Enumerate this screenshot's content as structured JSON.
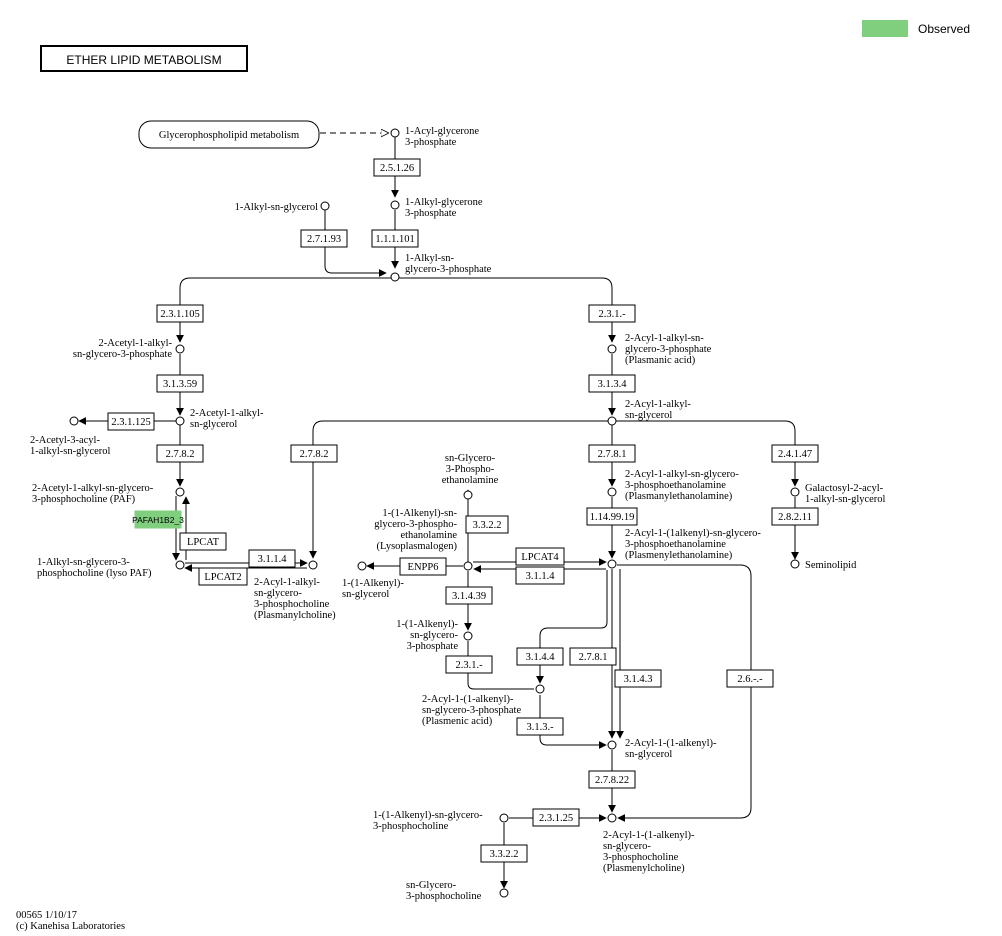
{
  "legend": {
    "label": "Observed",
    "color": "#7fcf7f"
  },
  "title": "ETHER  LIPID  METABOLISM",
  "map_link": "Glycerophospholipid metabolism",
  "footer": {
    "line1": "00565 1/10/17",
    "line2": "(c) Kanehisa Laboratories"
  },
  "compounds": {
    "acyl_glycerone_p": [
      "1-Acyl-glycerone",
      "3-phosphate"
    ],
    "alkyl_glycerone_p": [
      "1-Alkyl-glycerone",
      "3-phosphate"
    ],
    "alkyl_sn_glycerol": [
      "1-Alkyl-sn-glycerol"
    ],
    "alkyl_sn_g3p": [
      "1-Alkyl-sn-",
      "glycero-3-phosphate"
    ],
    "acetyl_alkyl_g3p": [
      "2-Acetyl-1-alkyl-",
      "sn-glycero-3-phosphate"
    ],
    "acetyl_alkyl_glycerol": [
      "2-Acetyl-1-alkyl-",
      "sn-glycerol"
    ],
    "acetyl_acyl_alkyl_glycerol": [
      "2-Acetyl-3-acyl-",
      "1-alkyl-sn-glycerol"
    ],
    "paf": [
      "2-Acetyl-1-alkyl-sn-glycero-",
      "3-phosphocholine (PAF)"
    ],
    "lyso_paf": [
      "1-Alkyl-sn-glycero-3-",
      "phosphocholine (lyso PAF)"
    ],
    "plasmanylcholine": [
      "2-Acyl-1-alkyl-",
      "sn-glycero-",
      "3-phosphocholine",
      "(Plasmanylcholine)"
    ],
    "plasmanic_acid": [
      "2-Acyl-1-alkyl-sn-",
      "glycero-3-phosphate",
      "(Plasmanic acid)"
    ],
    "acyl_alkyl_glycerol": [
      "2-Acyl-1-alkyl-",
      "sn-glycerol"
    ],
    "plasmanylethanolamine": [
      "2-Acyl-1-alkyl-sn-glycero-",
      "3-phosphoethanolamine",
      "(Plasmanylethanolamine)"
    ],
    "plasmenylethanolamine": [
      "2-Acyl-1-(1alkenyl)-sn-glycero-",
      "3-phosphoethanolamine",
      "(Plasmenylethanolamine)"
    ],
    "galactosyl": [
      "Galactosyl-2-acyl-",
      "1-alkyl-sn-glycerol"
    ],
    "seminolipid": [
      "Seminolipid"
    ],
    "gpe": [
      "sn-Glycero-",
      "3-Phospho-",
      "ethanolamine"
    ],
    "lysoplasmalogen": [
      "1-(1-Alkenyl)-sn-",
      "glycero-3-phospho-",
      "ethanolamine",
      "(Lysoplasmalogen)"
    ],
    "alkenyl_glycerol": [
      "1-(1-Alkenyl)-",
      "sn-glycerol"
    ],
    "alkenyl_g3p": [
      "1-(1-Alkenyl)-",
      "sn-glycero-",
      "3-phosphate"
    ],
    "plasmenic_acid": [
      "2-Acyl-1-(1-alkenyl)-",
      "sn-glycero-3-phosphate",
      "(Plasmenic acid)"
    ],
    "acyl_alkenyl_glycerol": [
      "2-Acyl-1-(1-alkenyl)-",
      "sn-glycerol"
    ],
    "alkenyl_gpc": [
      "1-(1-Alkenyl)-sn-glycero-",
      "3-phosphocholine"
    ],
    "plasmenylcholine": [
      "2-Acyl-1-(1-alkenyl)-",
      "sn-glycero-",
      "3-phosphocholine",
      "(Plasmenylcholine)"
    ],
    "gpc": [
      "sn-Glycero-",
      "3-phosphocholine"
    ]
  },
  "enzymes": {
    "e25126": "2.5.1.26",
    "e11101": "1.1.1.101",
    "e27193": "2.7.1.93",
    "e231105": "2.3.1.105",
    "e2_31_dash": "2.3.1.-",
    "e31359": "3.1.3.59",
    "e3134": "3.1.3.4",
    "e231125": "2.3.1.125",
    "e2782a": "2.7.8.2",
    "e2782b": "2.7.8.2",
    "e2781": "2.7.8.1",
    "e24147": "2.4.1.47",
    "pafah": "PAFAH1B2_3",
    "lpcat": "LPCAT",
    "lpcat2": "LPCAT2",
    "e3114a": "3.1.1.4",
    "e3322a": "3.3.2.2",
    "e1149919": "1.14.99.19",
    "e28211": "2.8.2.11",
    "lpcat4": "LPCAT4",
    "enpp6": "ENPP6",
    "e3114b": "3.1.1.4",
    "e31439": "3.1.4.39",
    "e2_31_dash_b": "2.3.1.-",
    "e3144": "3.1.4.4",
    "e2781b": "2.7.8.1",
    "e3143": "3.1.4.3",
    "e26_dash": "2.6.-.-",
    "e313_dash": "3.1.3.-",
    "e27822": "2.7.8.22",
    "e23125": "2.3.1.25",
    "e3322b": "3.3.2.2"
  }
}
